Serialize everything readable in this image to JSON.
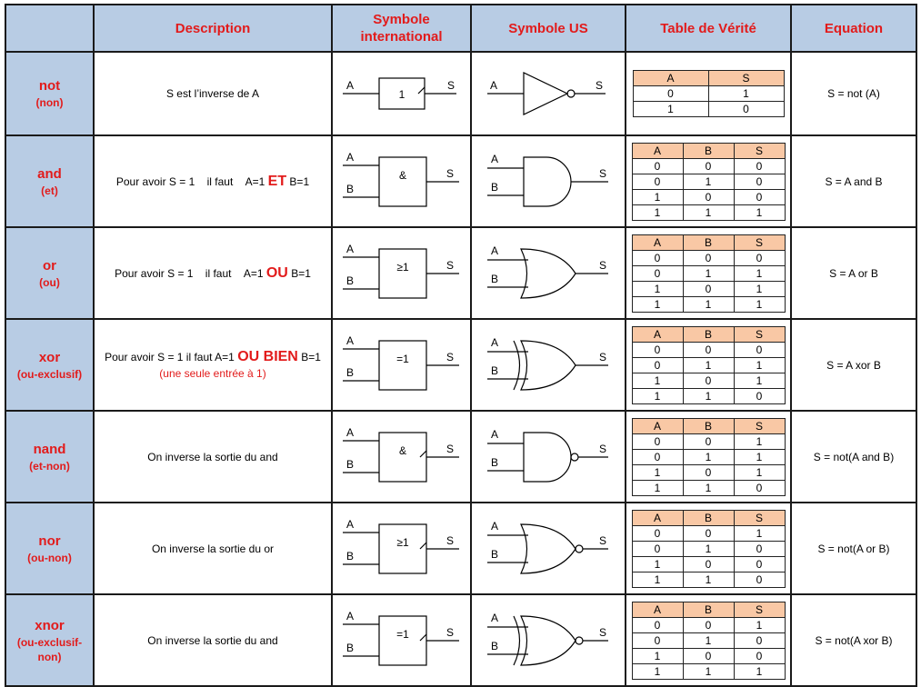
{
  "headers": {
    "description": "Description",
    "symbole_international": "Symbole international",
    "symbole_us": "Symbole US",
    "table_verite": "Table de Vérité",
    "equation": "Equation"
  },
  "symbol_pin_labels": {
    "a": "A",
    "b": "B",
    "s": "S"
  },
  "truth_table_header": [
    "A",
    "B",
    "S"
  ],
  "gates": [
    {
      "name": "not",
      "translation": "(non)",
      "description": {
        "plain": "S est l’inverse de A"
      },
      "iec_label": "1",
      "truth_header": [
        "A",
        "S"
      ],
      "truth": [
        [
          "0",
          "1"
        ],
        [
          "1",
          "0"
        ]
      ],
      "equation": "S = not (A)"
    },
    {
      "name": "and",
      "translation": "(et)",
      "description": {
        "pre": "Pour avoir S = 1    il faut    A=1 ",
        "emph": "ET",
        "post": " B=1"
      },
      "iec_label": "&",
      "truth": [
        [
          "0",
          "0",
          "0"
        ],
        [
          "0",
          "1",
          "0"
        ],
        [
          "1",
          "0",
          "0"
        ],
        [
          "1",
          "1",
          "1"
        ]
      ],
      "equation": "S = A and B"
    },
    {
      "name": "or",
      "translation": "(ou)",
      "description": {
        "pre": "Pour avoir S = 1    il faut    A=1 ",
        "emph": "OU",
        "post": " B=1"
      },
      "iec_label": "≥1",
      "truth": [
        [
          "0",
          "0",
          "0"
        ],
        [
          "0",
          "1",
          "1"
        ],
        [
          "1",
          "0",
          "1"
        ],
        [
          "1",
          "1",
          "1"
        ]
      ],
      "equation": "S = A or B"
    },
    {
      "name": "xor",
      "translation": "(ou-exclusif)",
      "description": {
        "pre": "Pour avoir S = 1 il faut A=1 ",
        "emph": "OU BIEN",
        "post": " B=1",
        "note": "(une seule entrée à 1)"
      },
      "iec_label": "=1",
      "truth": [
        [
          "0",
          "0",
          "0"
        ],
        [
          "0",
          "1",
          "1"
        ],
        [
          "1",
          "0",
          "1"
        ],
        [
          "1",
          "1",
          "0"
        ]
      ],
      "equation": "S = A xor B"
    },
    {
      "name": "nand",
      "translation": "(et-non)",
      "description": {
        "plain": "On inverse la sortie du and"
      },
      "iec_label": "&",
      "truth": [
        [
          "0",
          "0",
          "1"
        ],
        [
          "0",
          "1",
          "1"
        ],
        [
          "1",
          "0",
          "1"
        ],
        [
          "1",
          "1",
          "0"
        ]
      ],
      "equation": "S = not(A and B)"
    },
    {
      "name": "nor",
      "translation": "(ou-non)",
      "description": {
        "plain": "On inverse la sortie du or"
      },
      "iec_label": "≥1",
      "truth": [
        [
          "0",
          "0",
          "1"
        ],
        [
          "0",
          "1",
          "0"
        ],
        [
          "1",
          "0",
          "0"
        ],
        [
          "1",
          "1",
          "0"
        ]
      ],
      "equation": "S = not(A or B)"
    },
    {
      "name": "xnor",
      "translation": "(ou-exclusif-non)",
      "description": {
        "plain": "On inverse la sortie du and"
      },
      "iec_label": "=1",
      "truth": [
        [
          "0",
          "0",
          "1"
        ],
        [
          "0",
          "1",
          "0"
        ],
        [
          "1",
          "0",
          "0"
        ],
        [
          "1",
          "1",
          "1"
        ]
      ],
      "equation": "S = not(A xor B)"
    }
  ]
}
